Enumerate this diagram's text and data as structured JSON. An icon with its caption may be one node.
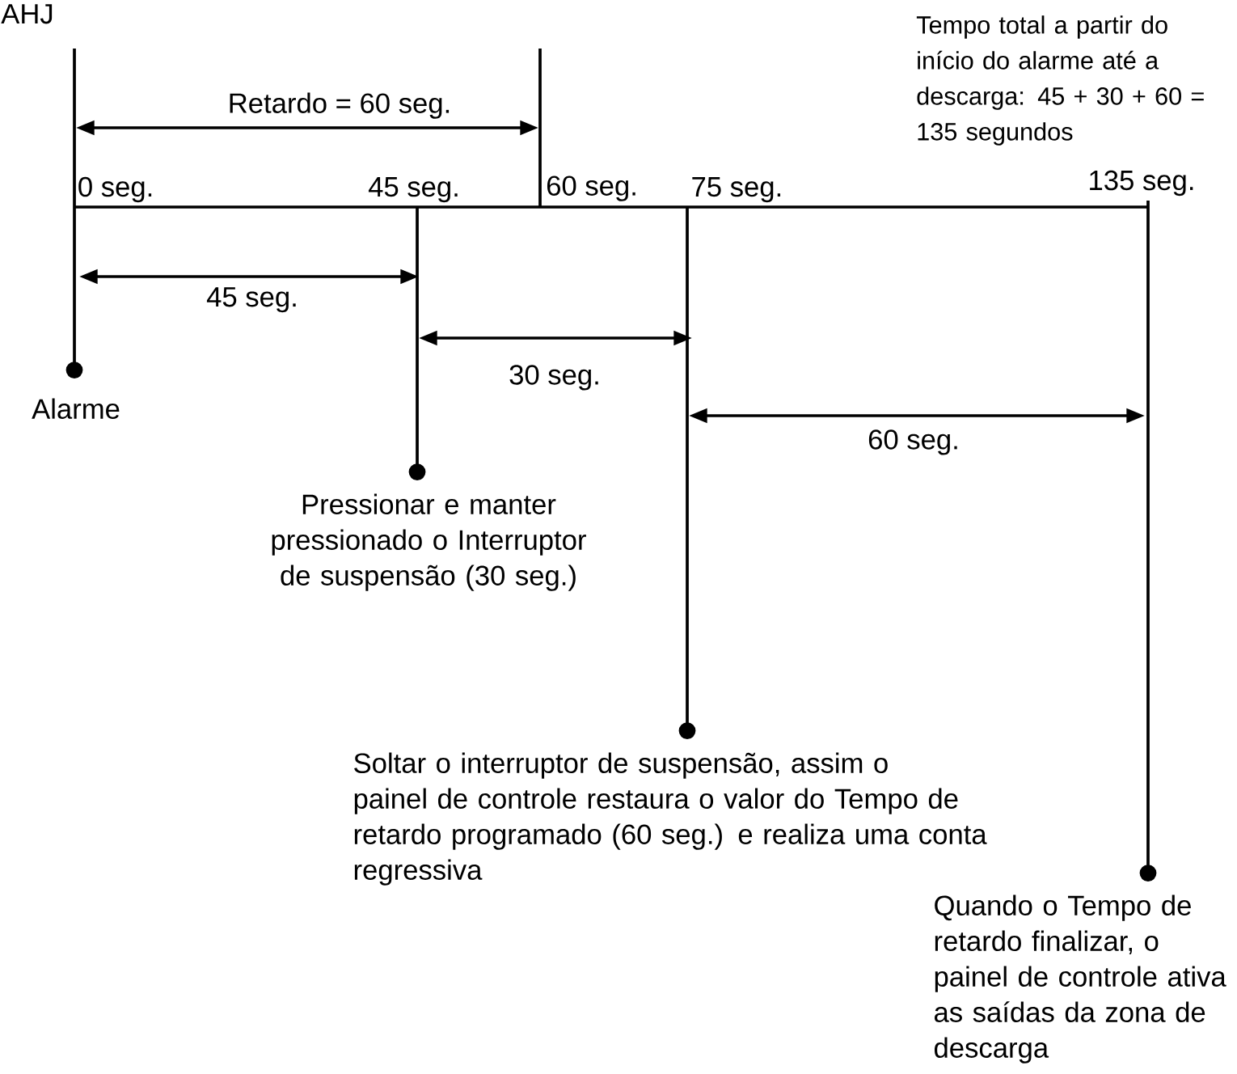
{
  "diagram": {
    "nodes": [
      {
        "text": [
          "Alarme"
        ]
      },
      {
        "text": [
          "Pressionar e manter pressionado o Interruptor de suspensão (30 seg.)"
        ]
      },
      {
        "text": [
          "Soltar o interruptor de suspensão, assim o painel de controle restaura o valor do Tempo de retardo programado (60 seg.) e realiza uma conta regressiva"
        ]
      },
      {
        "text": [
          "Quando o Tempo de retardo finalizar, o painel de controle ativa as saídas da zona de descarga"
        ]
      },
      {
        "text": [
          "0 seg."
        ]
      },
      {
        "text": [
          "45 seg."
        ]
      },
      {
        "text": [
          "75 seg."
        ]
      },
      {
        "text": [
          "135 seg."
        ]
      }
    ],
    "edges": [
      {
        "from": 0,
        "to": 4,
        "arrow": "other"
      },
      {
        "from": 1,
        "to": 5,
        "arrow": "other"
      },
      {
        "from": 2,
        "to": 6,
        "arrow": "other"
      },
      {
        "from": 3,
        "to": 7,
        "arrow": "other"
      }
    ],
    "labels": [
      "AHJ",
      "Tempo total a partir do início do alarme até a descarga: 45 + 30 + 60 = 135 segundos",
      "Retardo = 60 seg.",
      "60 seg.",
      "45 seg.",
      "30 seg.",
      "60 seg."
    ]
  }
}
